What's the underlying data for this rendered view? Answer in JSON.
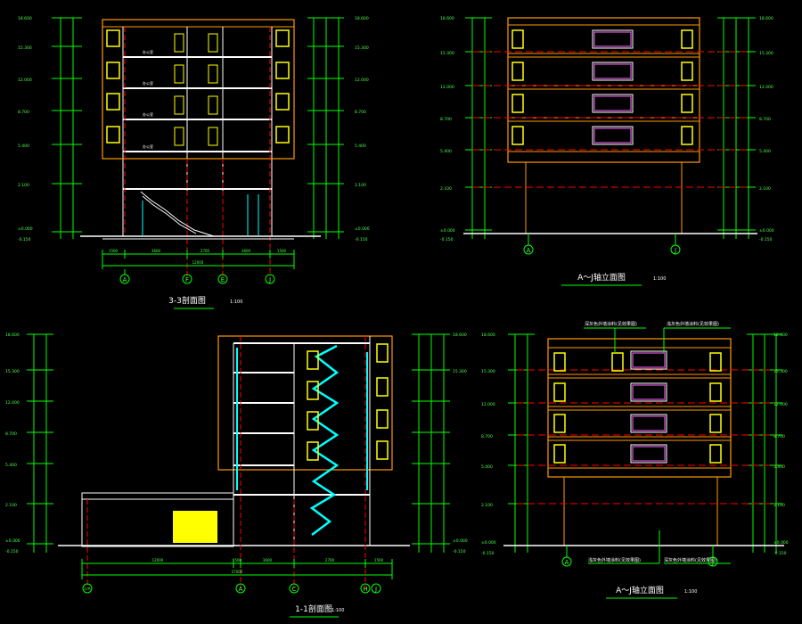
{
  "drawing": {
    "colors": {
      "background": "#000000",
      "structure": "#ff0000",
      "wall": "#ffffff",
      "window": "#ffff00",
      "dimension": "#00ff00",
      "glazing": "#00ffff",
      "outline": "#ff9900",
      "fill": "#ffff00"
    },
    "sections": {
      "sec33": {
        "title": "3-3剖面图",
        "scale": "1:100",
        "grids": [
          "A",
          "F",
          "E",
          "J"
        ],
        "elevations": [
          "18.600",
          "15.300",
          "12.000",
          "8.700",
          "5.400",
          "2.100",
          "±0.000",
          "-0.150"
        ],
        "rooms": [
          "办公室",
          "办公室",
          "办公室",
          "办公室"
        ],
        "dims_bottom": [
          "1500",
          "3600",
          "2700",
          "3600",
          "1500"
        ],
        "total": "12000"
      },
      "elevA": {
        "title": "A～J轴立面图",
        "scale": "1:100",
        "grids": [
          "A",
          "J"
        ],
        "elevations": [
          "18.600",
          "15.300",
          "12.000",
          "8.700",
          "5.400",
          "2.100",
          "±0.000",
          "-0.150"
        ]
      },
      "sec11": {
        "title": "1-1剖面图",
        "scale": "1:100",
        "grids": [
          "1/A",
          "A",
          "C",
          "H",
          "J"
        ],
        "elevations": [
          "18.600",
          "15.300",
          "12.000",
          "8.700",
          "5.400",
          "2.100",
          "±0.000",
          "-0.150"
        ],
        "dims_bottom": [
          "12000",
          "1500",
          "3600",
          "2700",
          "3600",
          "1500"
        ],
        "total": "27000"
      },
      "elevB": {
        "title": "A～J轴立面图",
        "scale": "1:100",
        "grids": [
          "A",
          "J"
        ],
        "elevations": [
          "18.600",
          "15.300",
          "12.000",
          "8.700",
          "5.400",
          "2.100",
          "±0.000",
          "-0.150"
        ],
        "notes_top": [
          "深灰色外墙涂料(见效果图)",
          "浅灰色外墙涂料(见效果图)"
        ],
        "notes_bottom": [
          "浅灰色外墙涂料(见效果图)",
          "深灰色外墙涂料(见效果图)"
        ]
      }
    }
  }
}
